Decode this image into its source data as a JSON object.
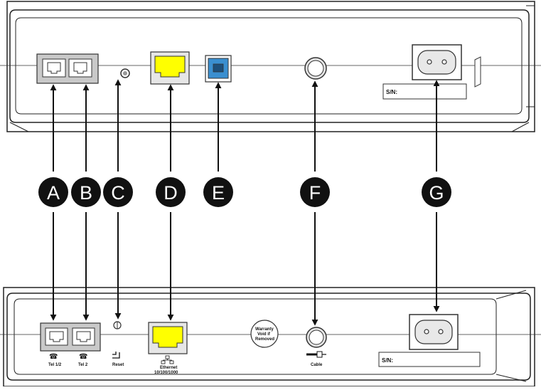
{
  "callouts": [
    {
      "letter": "A"
    },
    {
      "letter": "B"
    },
    {
      "letter": "C"
    },
    {
      "letter": "D"
    },
    {
      "letter": "E"
    },
    {
      "letter": "F"
    },
    {
      "letter": "G"
    }
  ],
  "top_panel": {
    "serial_label": "S/N:"
  },
  "bottom_panel": {
    "port_labels": {
      "tel1": "Tel 1/2",
      "tel2": "Tel 2",
      "reset": "Reset",
      "ethernet_line1": "Ethernet",
      "ethernet_line2": "10/100/1000",
      "cable": "Cable"
    },
    "warranty_line1": "Warranty",
    "warranty_line2": "Void if",
    "warranty_line3": "Removed",
    "serial_label": "S/N:"
  },
  "colors": {
    "ethernet_port": "#ffff00",
    "usb_port": "#3a8fd0",
    "callout_circle": "#111111",
    "arrow": "#111111"
  }
}
